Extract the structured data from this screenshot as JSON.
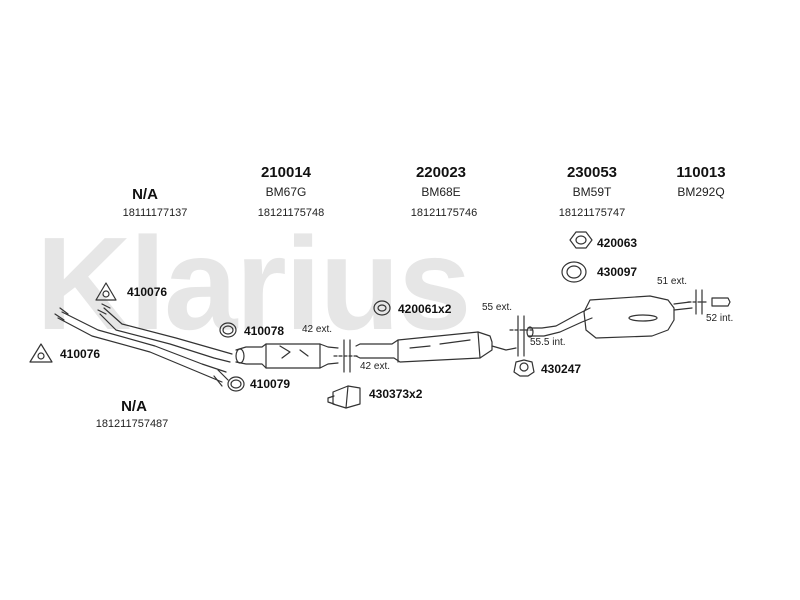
{
  "watermark": "Klarius",
  "columns": [
    {
      "code": "N/A",
      "ref": "",
      "oem": "18111177137"
    },
    {
      "code": "210014",
      "ref": "BM67G",
      "oem": "18121175748"
    },
    {
      "code": "220023",
      "ref": "BM68E",
      "oem": "18121175746"
    },
    {
      "code": "230053",
      "ref": "BM59T",
      "oem": "18121175747"
    },
    {
      "code": "110013",
      "ref": "BM292Q",
      "oem": ""
    }
  ],
  "bottom_label": {
    "code": "N/A",
    "oem": "181211757487"
  },
  "parts": {
    "gasket_top": "410076",
    "gasket_left": "410076",
    "ring_upper": "410078",
    "ring_lower": "410079",
    "clamp_mid": "420061x2",
    "clamp_bracket": "430373x2",
    "rubber_mount": "430247",
    "clamp_rear": "420063",
    "hanger_rear": "430097"
  },
  "annotations": {
    "ext_42_top": "42 ext.",
    "ext_42_bottom": "42 ext.",
    "ext_55": "55 ext.",
    "int_55_5": "55.5 int.",
    "ext_51": "51 ext.",
    "int_52": "52 int."
  },
  "colors": {
    "line": "#333333",
    "watermark": "#e6e6e6"
  }
}
